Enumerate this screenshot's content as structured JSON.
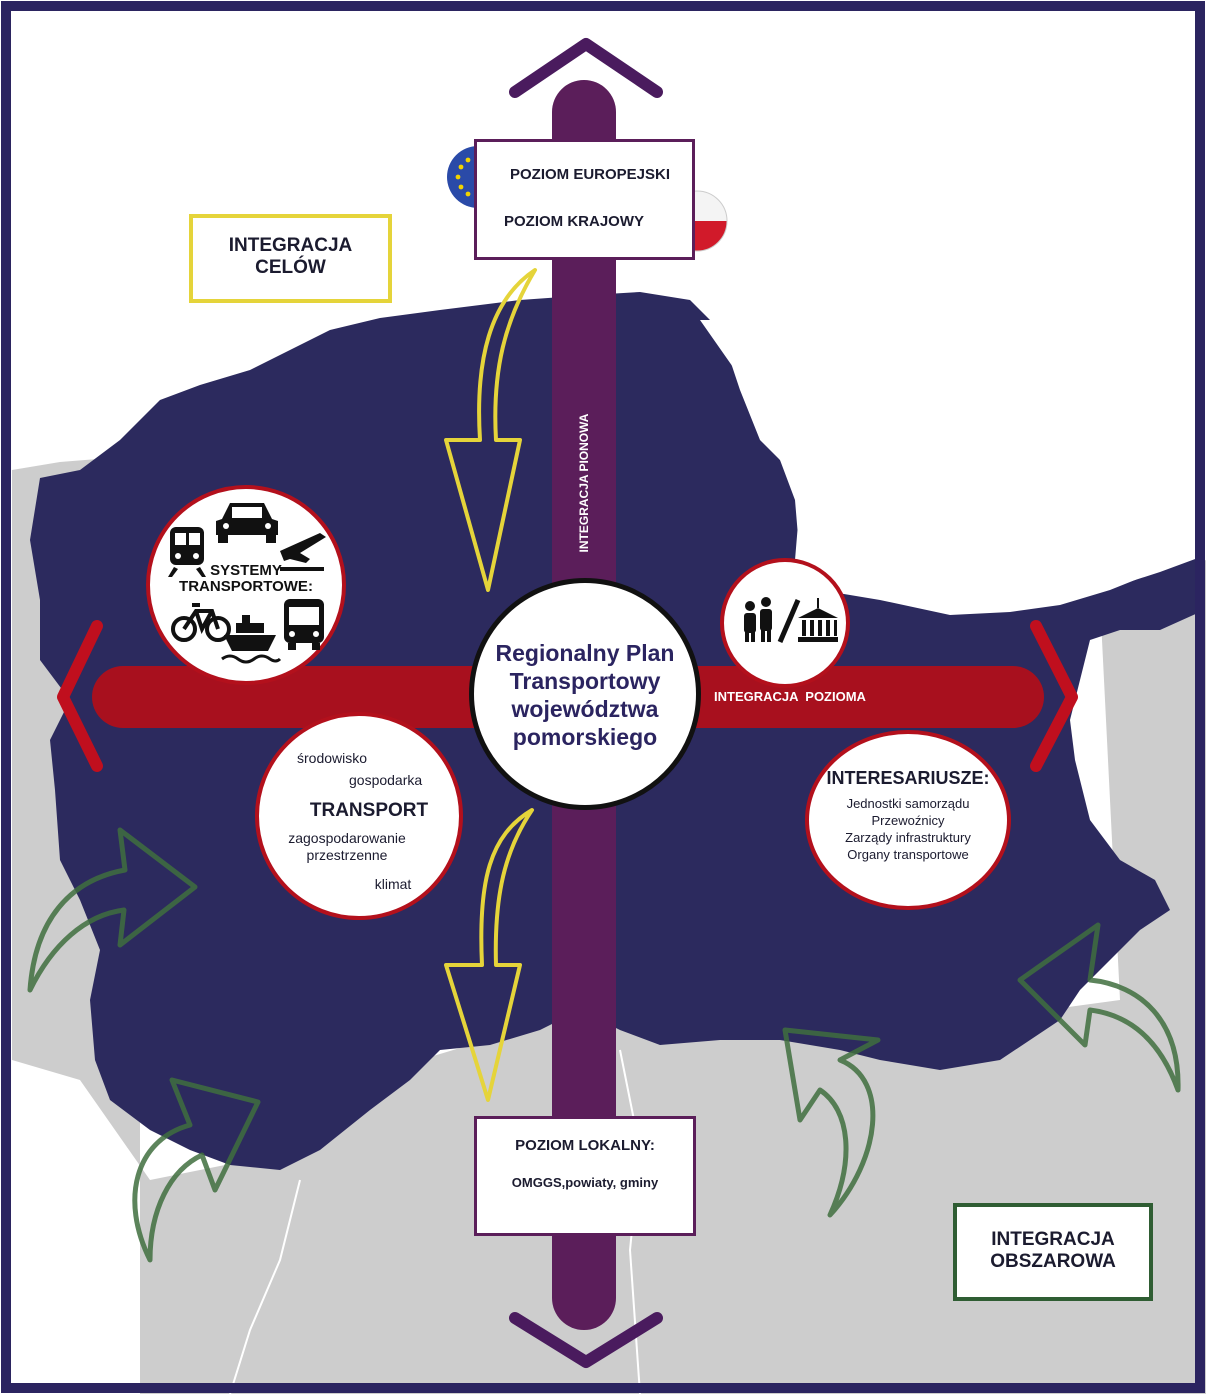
{
  "colors": {
    "frame": "#2b2460",
    "region": "#2c2a5e",
    "neighbors": "#cfcfcf",
    "vertical_axis": "#5b1e5a",
    "horizontal_axis": "#a8101e",
    "goals": "#e5d43a",
    "area": "#2f5d33"
  },
  "labels": {
    "integracja_celow": "INTEGRACJA\nCELÓW",
    "integracja_obszarowa": "INTEGRACJA\nOBSZAROWA",
    "integracja_pionowa": "INTEGRACJA PIONOWA",
    "integracja_pozioma": "INTEGRACJA  POZIOMA"
  },
  "levels": {
    "europejski": "POZIOM EUROPEJSKI",
    "krajowy": "POZIOM KRAJOWY",
    "lokalny": "POZIOM LOKALNY:",
    "lokalny_detail": "OMGGS,powiaty, gminy"
  },
  "center": {
    "title": "Regionalny Plan\nTransportowy\nwojewództwa\npomorskiego"
  },
  "transport_systems": {
    "title": "SYSTEMY\nTRANSPORTOWE:",
    "icons": [
      "train-icon",
      "car-icon",
      "airplane-icon",
      "bicycle-icon",
      "ship-icon",
      "bus-icon"
    ]
  },
  "domains": {
    "srodowisko": "środowisko",
    "gospodarka": "gospodarka",
    "transport": "TRANSPORT",
    "zagospodarowanie": "zagospodarowanie\nprzestrzenne",
    "klimat": "klimat"
  },
  "stakeholders": {
    "title": "INTERESARIUSZE:",
    "items": [
      "Jednostki samorządu",
      "Przewoźnicy",
      "Zarządy infrastruktury",
      "Organy transportowe"
    ]
  }
}
